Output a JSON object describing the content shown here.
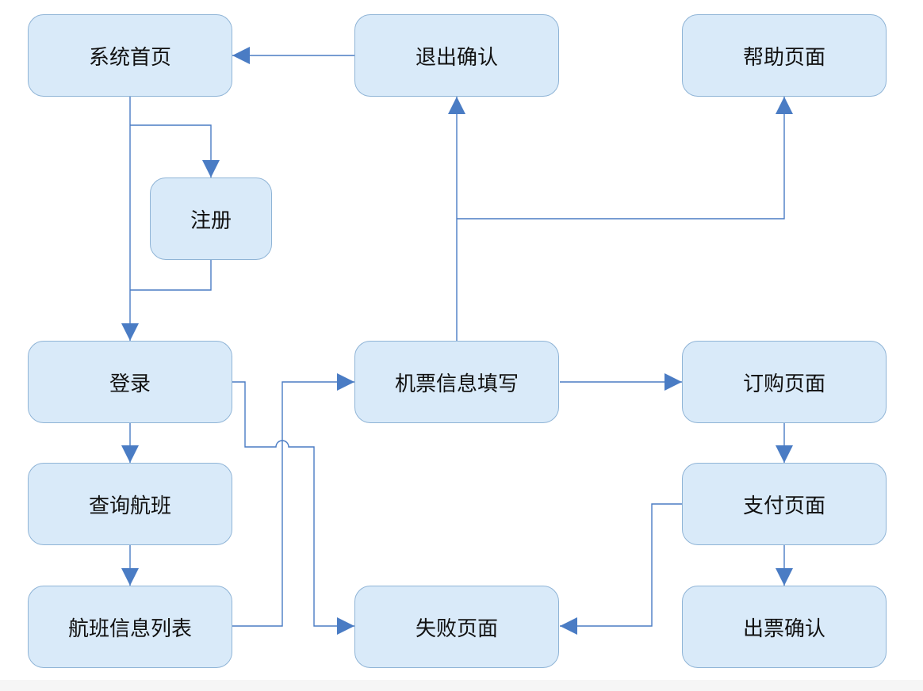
{
  "nodes": {
    "home": "系统首页",
    "logout": "退出确认",
    "help": "帮助页面",
    "register": "注册",
    "login": "登录",
    "fill": "机票信息填写",
    "order": "订购页面",
    "query": "查询航班",
    "pay": "支付页面",
    "list": "航班信息列表",
    "fail": "失败页面",
    "ticket": "出票确认"
  },
  "colors": {
    "box_fill": "#d9eaf9",
    "box_border": "#8fb4d6",
    "connector": "#4a7cc4"
  }
}
